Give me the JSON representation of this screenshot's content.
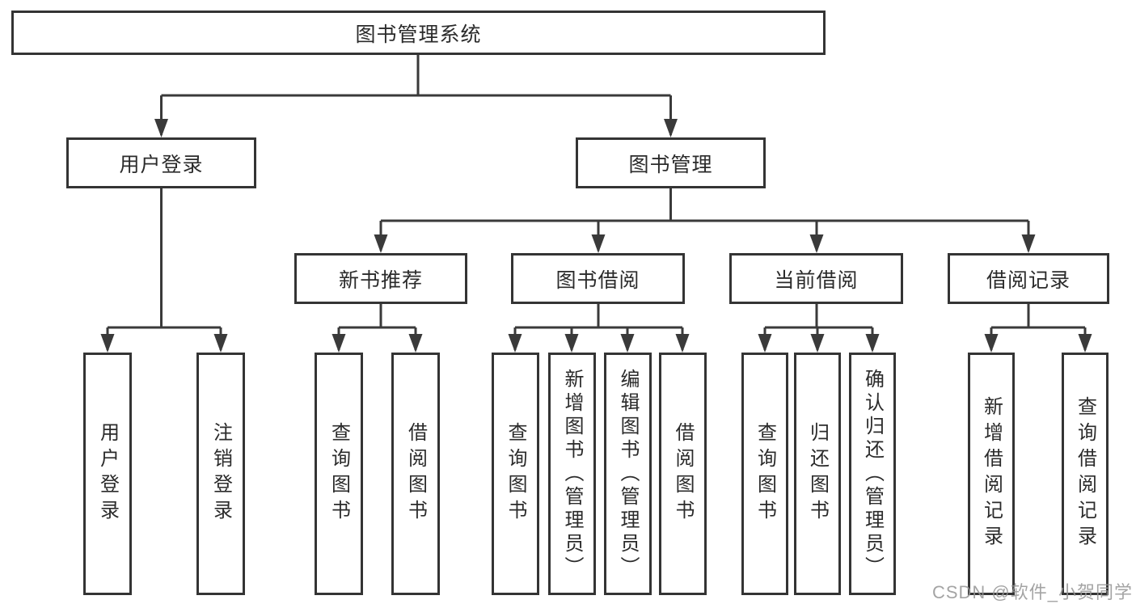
{
  "tree": {
    "label": "图书管理系统",
    "children": [
      {
        "label": "用户登录",
        "children": [
          {
            "label": "用户登录"
          },
          {
            "label": "注销登录"
          }
        ]
      },
      {
        "label": "图书管理",
        "children": [
          {
            "label": "新书推荐",
            "children": [
              {
                "label": "查询图书"
              },
              {
                "label": "借阅图书"
              }
            ]
          },
          {
            "label": "图书借阅",
            "children": [
              {
                "label": "查询图书"
              },
              {
                "label": "新增图书（管理员）"
              },
              {
                "label": "编辑图书（管理员）"
              },
              {
                "label": "借阅图书"
              }
            ]
          },
          {
            "label": "当前借阅",
            "children": [
              {
                "label": "查询图书"
              },
              {
                "label": "归还图书"
              },
              {
                "label": "确认归还（管理员）"
              }
            ]
          },
          {
            "label": "借阅记录",
            "children": [
              {
                "label": "新增借阅记录"
              },
              {
                "label": "查询借阅记录"
              }
            ]
          }
        ]
      }
    ]
  },
  "watermark": "CSDN @软件_小贺同学",
  "colors": {
    "line": "#3a3a3a",
    "box_border": "#343434",
    "text": "#2b2b2b",
    "watermark": "#949494",
    "background": "#ffffff"
  }
}
